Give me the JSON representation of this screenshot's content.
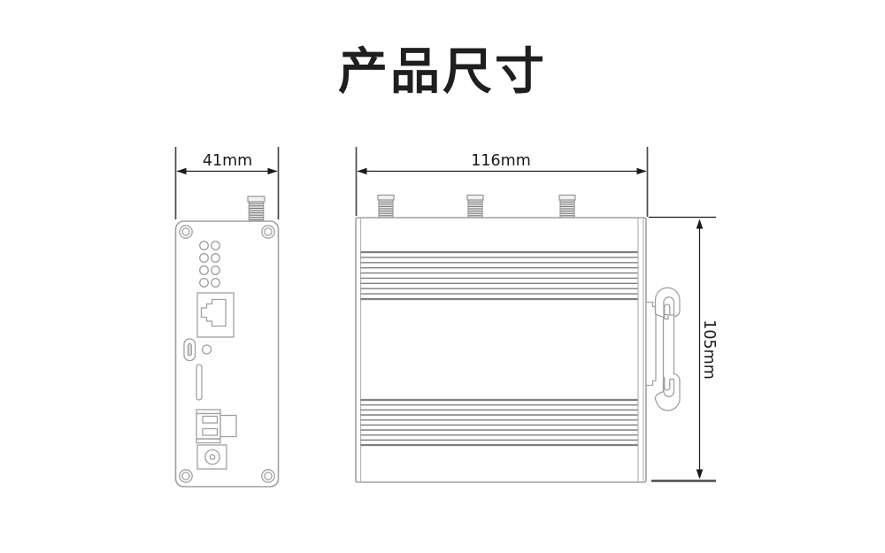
{
  "title": "产品尺寸",
  "views": {
    "front": {
      "width_label": "41mm"
    },
    "side": {
      "width_label": "116mm",
      "height_label": "105mm"
    }
  },
  "colors": {
    "background": "#ffffff",
    "title": "#1f1f1f",
    "line": "#a0a0a0",
    "fin": "#7f7f7f",
    "dim": "#1a1a1a",
    "ext": "#4a4a4a",
    "metal": "#e9e9e9"
  }
}
